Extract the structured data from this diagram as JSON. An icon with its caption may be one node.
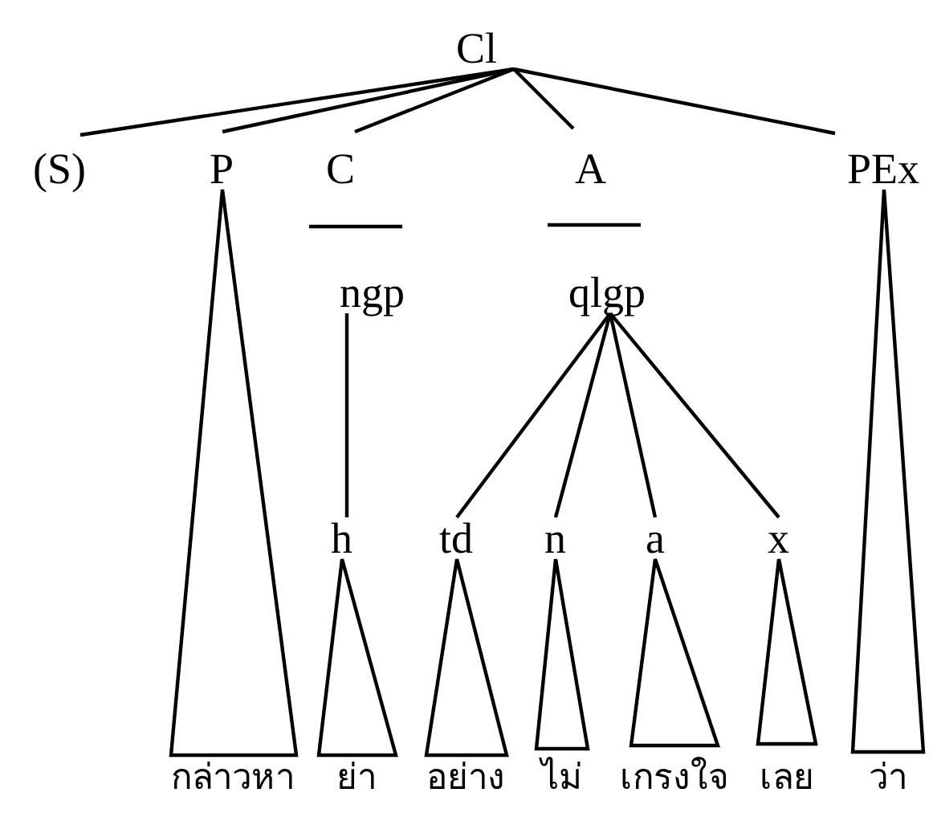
{
  "diagram": {
    "nodes": [
      {
        "text": [
          "Cl"
        ]
      },
      {
        "text": [
          "(S)"
        ]
      },
      {
        "text": [
          "P"
        ]
      },
      {
        "text": [
          "C"
        ]
      },
      {
        "text": [
          "A"
        ]
      },
      {
        "text": [
          "PEx"
        ]
      },
      {
        "text": [
          "ngp"
        ]
      },
      {
        "text": [
          "qlgp"
        ]
      },
      {
        "text": [
          "h"
        ]
      },
      {
        "text": [
          "td"
        ]
      },
      {
        "text": [
          "n"
        ]
      },
      {
        "text": [
          "a"
        ]
      },
      {
        "text": [
          "x"
        ]
      },
      {
        "text": [
          "กล่าวหา"
        ]
      },
      {
        "text": [
          "ย่า"
        ]
      },
      {
        "text": [
          "อย่าง"
        ]
      },
      {
        "text": [
          "ไม่"
        ]
      },
      {
        "text": [
          "เกรงใจ"
        ]
      },
      {
        "text": [
          "เลย"
        ]
      },
      {
        "text": [
          "ว่า"
        ]
      }
    ],
    "edges": [
      {
        "from": 0,
        "to": 1,
        "arrow": "none"
      },
      {
        "from": 0,
        "to": 2,
        "arrow": "none"
      },
      {
        "from": 0,
        "to": 3,
        "arrow": "none"
      },
      {
        "from": 0,
        "to": 4,
        "arrow": "none"
      },
      {
        "from": 0,
        "to": 5,
        "arrow": "none"
      },
      {
        "from": 2,
        "to": 13,
        "arrow": "none"
      },
      {
        "from": 3,
        "to": 6,
        "arrow": "none"
      },
      {
        "from": 4,
        "to": 7,
        "arrow": "none"
      },
      {
        "from": 5,
        "to": 19,
        "arrow": "none"
      },
      {
        "from": 6,
        "to": 8,
        "arrow": "none"
      },
      {
        "from": 7,
        "to": 9,
        "arrow": "none"
      },
      {
        "from": 7,
        "to": 10,
        "arrow": "none"
      },
      {
        "from": 7,
        "to": 11,
        "arrow": "none"
      },
      {
        "from": 7,
        "to": 12,
        "arrow": "none"
      },
      {
        "from": 8,
        "to": 14,
        "arrow": "none"
      },
      {
        "from": 9,
        "to": 15,
        "arrow": "none"
      },
      {
        "from": 10,
        "to": 16,
        "arrow": "none"
      },
      {
        "from": 11,
        "to": 17,
        "arrow": "none"
      },
      {
        "from": 12,
        "to": 18,
        "arrow": "none"
      }
    ]
  }
}
